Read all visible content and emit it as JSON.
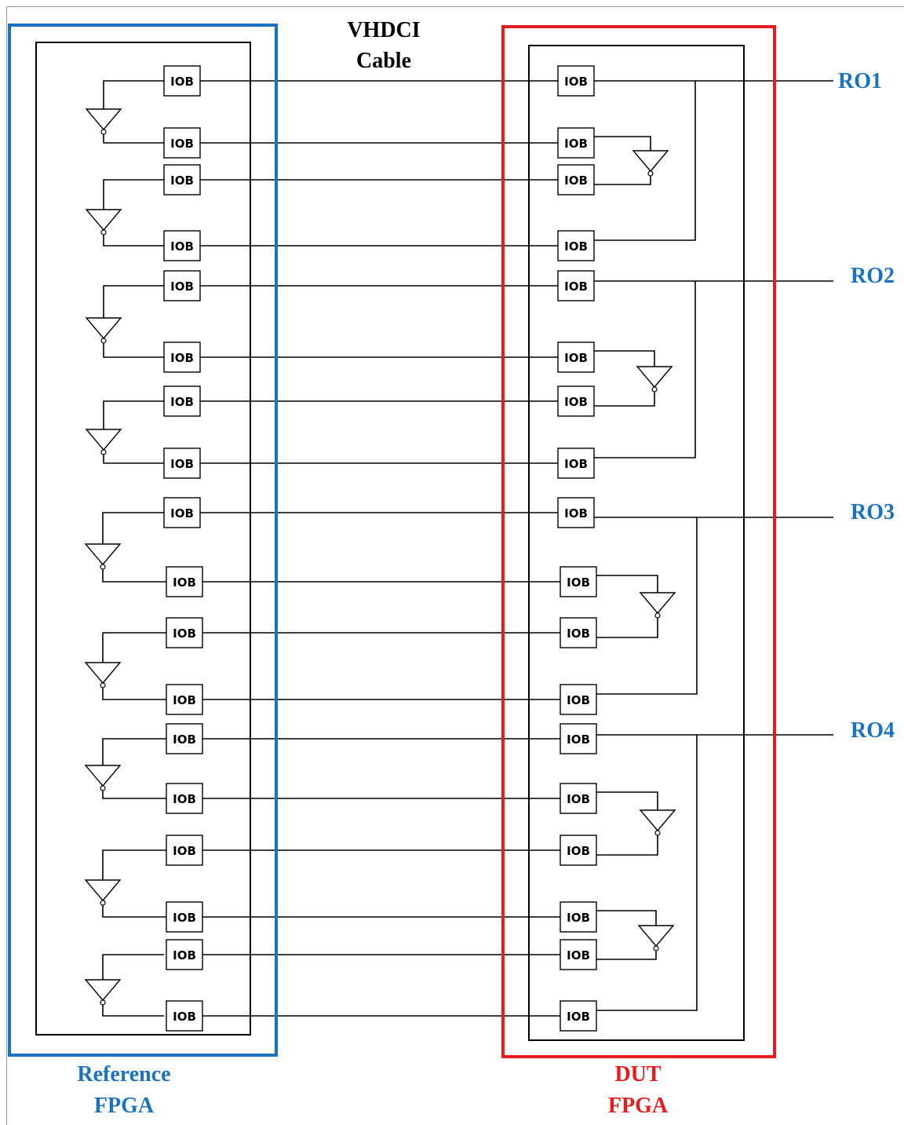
{
  "cable_label": [
    "VHDCI",
    "Cable"
  ],
  "iob_label": "IOB",
  "reference": {
    "label": [
      "Reference",
      "FPGA"
    ],
    "color": "#1a73c0"
  },
  "dut": {
    "label": [
      "DUT",
      "FPGA"
    ],
    "color": "#e81c1c"
  },
  "outputs": [
    "RO1",
    "RO2",
    "RO3",
    "RO4"
  ],
  "output_color": "#1a73c0",
  "wire_color": "#000000"
}
